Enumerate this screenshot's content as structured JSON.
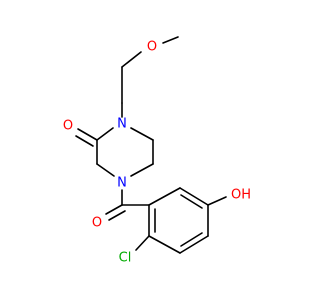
{
  "molecule": {
    "atoms": [
      {
        "id": "o_methoxy",
        "label": "O",
        "color": "#ff0000"
      },
      {
        "id": "o_ketone",
        "label": "O",
        "color": "#ff0000"
      },
      {
        "id": "n1",
        "label": "N",
        "color": "#0000ff"
      },
      {
        "id": "n4",
        "label": "N",
        "color": "#0000ff"
      },
      {
        "id": "o_amide",
        "label": "O",
        "color": "#ff0000"
      },
      {
        "id": "oh",
        "label": "OH",
        "color": "#ff0000"
      },
      {
        "id": "cl",
        "label": "Cl",
        "color": "#00aa00"
      }
    ]
  }
}
